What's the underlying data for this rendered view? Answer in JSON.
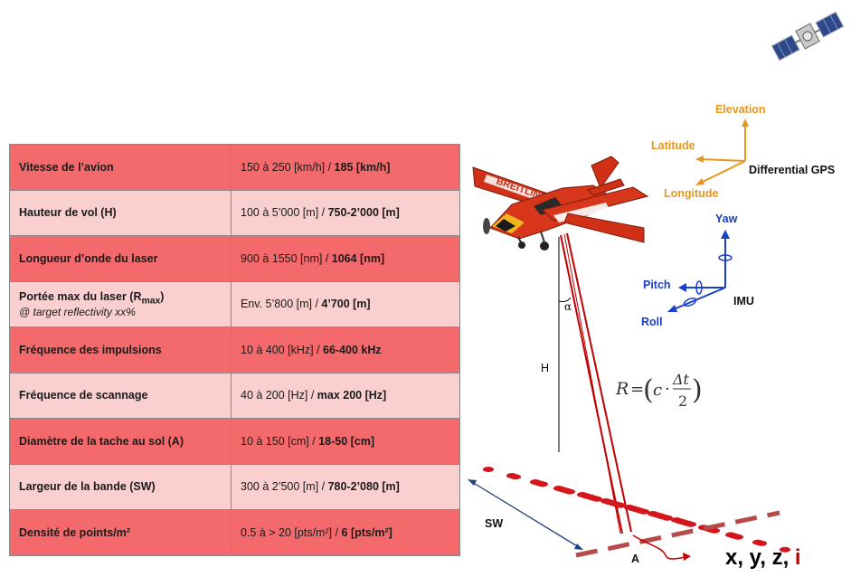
{
  "specs": [
    {
      "label": "Vitesse de l’avion",
      "range": "150  à 250  [km/h] / ",
      "value": "185  [km/h]"
    },
    {
      "label": "Hauteur de vol (H)",
      "range": "100  à 5’000  [m] / ",
      "value": "750-2’000  [m]"
    },
    {
      "label": "Longueur  d’onde du laser",
      "range": "900  à 1550  [nm] / ",
      "value": "1064  [nm]"
    },
    {
      "label": "Portée max du laser (R",
      "label_sub": "max",
      "label_end": ")",
      "note": "@ target reflectivity xx%",
      "range": "Env. 5’800  [m] / ",
      "value": "4’700  [m]"
    },
    {
      "label": "Fréquence des impulsions",
      "range": "10  à 400  [kHz] / ",
      "value": "66-400  kHz"
    },
    {
      "label": "Fréquence de scannage",
      "range": "40  à 200  [Hz] / ",
      "value": "max 200  [Hz]"
    },
    {
      "label": "Diamètre de la tache au sol (A)",
      "range": "10  à 150  [cm] / ",
      "value": "18-50 [cm]"
    },
    {
      "label": "Largeur de la bande (SW)",
      "range": "300  à 2’500   [m] / ",
      "value": "780-2’080  [m]"
    },
    {
      "label": "Densité de points/m²",
      "range": "0.5  à > 20  [pts/m²] / ",
      "value": "6  [pts/m²]"
    }
  ],
  "gps": {
    "elevation": "Elevation",
    "latitude": "Latitude",
    "longitude": "Longitude",
    "title": "Differential GPS"
  },
  "imu": {
    "yaw": "Yaw",
    "pitch": "Pitch",
    "roll": "Roll",
    "title": "IMU"
  },
  "labels": {
    "alpha": "α",
    "height": "H",
    "swath": "SW",
    "spot": "A"
  },
  "formula": {
    "lhs": "R",
    "eq": "=",
    "c": "c",
    "dot": "·",
    "num": "Δt",
    "den": "2"
  },
  "output": {
    "xyz": "x, y, z, ",
    "i": "i"
  },
  "aircraft_text": "BREITLING",
  "colors": {
    "table_dark": "#f46a6c",
    "table_light": "#f9cfcf",
    "gps_axes": "#e8961c",
    "imu_axes": "#1a3fcc",
    "laser": "#c00000",
    "ground_line": "#b84a4a",
    "points": "#d4161c"
  }
}
